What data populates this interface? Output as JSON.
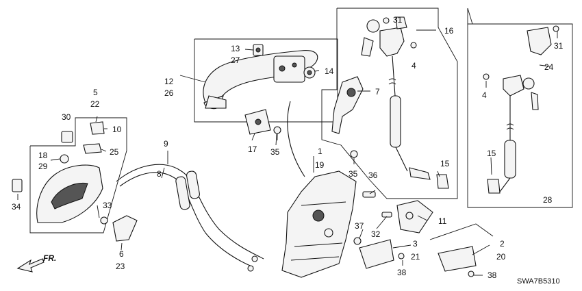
{
  "callouts": {
    "c1": "1",
    "c2": "2",
    "c3": "3",
    "c4a": "4",
    "c4b": "4",
    "c5": "5",
    "c6": "6",
    "c7": "7",
    "c8": "8",
    "c9": "9",
    "c10": "10",
    "c11": "11",
    "c12": "12",
    "c13": "13",
    "c14": "14",
    "c15a": "15",
    "c15b": "15",
    "c16": "16",
    "c17": "17",
    "c18": "18",
    "c19": "19",
    "c20": "20",
    "c21": "21",
    "c22": "22",
    "c23": "23",
    "c24": "24",
    "c25": "25",
    "c26": "26",
    "c27": "27",
    "c28": "28",
    "c29": "29",
    "c30": "30",
    "c31a": "31",
    "c31b": "31",
    "c32": "32",
    "c33": "33",
    "c34": "34",
    "c35a": "35",
    "c35b": "35",
    "c36": "36",
    "c37": "37",
    "c38a": "38",
    "c38b": "38"
  },
  "direction_label": "FR.",
  "diagram_code": "SWA7B5310"
}
